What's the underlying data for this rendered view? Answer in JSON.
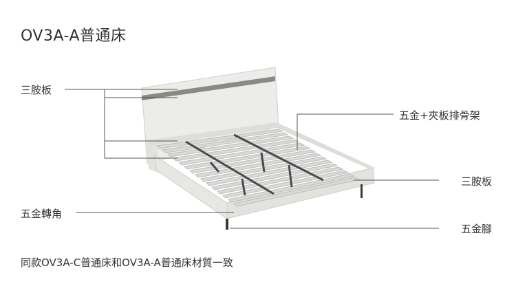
{
  "title": "OV3A-A普通床",
  "labels": {
    "left_top": "三胺板",
    "left_bottom": "五金轉角",
    "right_top": "五金+夾板排骨架",
    "right_middle": "三胺板",
    "right_bottom": "五金腳"
  },
  "footer": "同款OV3A-C普通床和OV3A-A普通床材質一致",
  "colors": {
    "board": "#ececea",
    "board_shadow": "#d6d6d3",
    "stripe": "#8c8984",
    "slat": "#d9d9d7",
    "metal": "#4a4a4a",
    "line": "#555555"
  }
}
